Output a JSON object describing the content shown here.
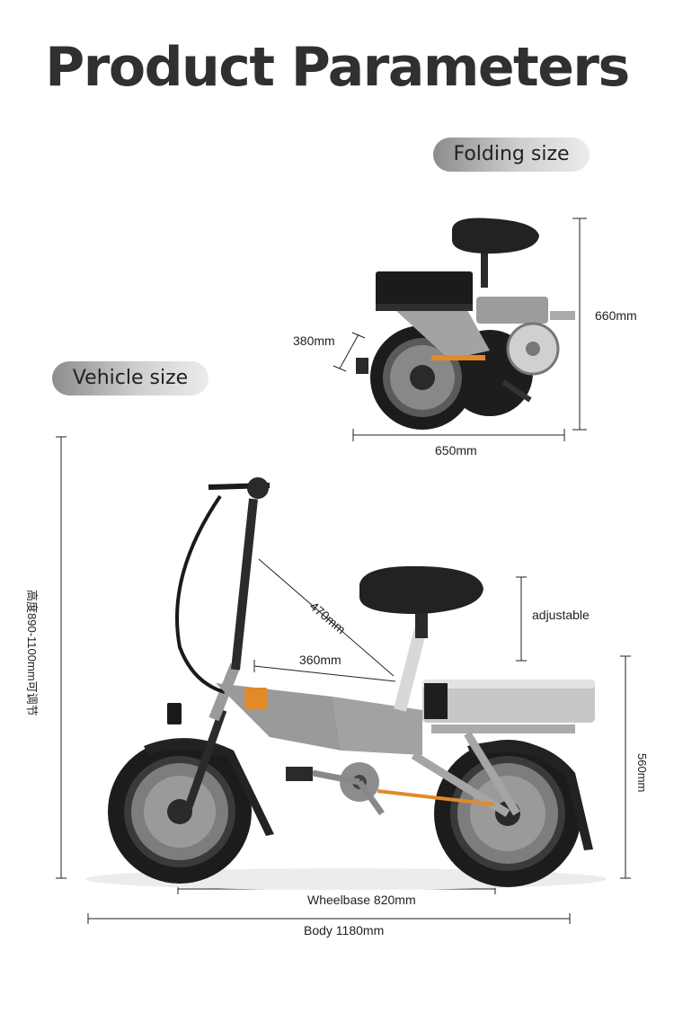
{
  "title": "Product Parameters",
  "folding": {
    "label": "Folding size",
    "height": "660mm",
    "width": "380mm",
    "length": "650mm"
  },
  "vehicle": {
    "label": "Vehicle size",
    "height_range": "高度890-1100mm可调节",
    "seat_adjust": "adjustable",
    "stem": "470mm",
    "seat_to_stem": "360mm",
    "rear_height": "560mm",
    "wheelbase": "Wheelbase 820mm",
    "body_length": "Body 1180mm"
  },
  "colors": {
    "frame": "#9a9a9a",
    "tire": "#1c1c1c",
    "accent": "#e08a2a"
  }
}
